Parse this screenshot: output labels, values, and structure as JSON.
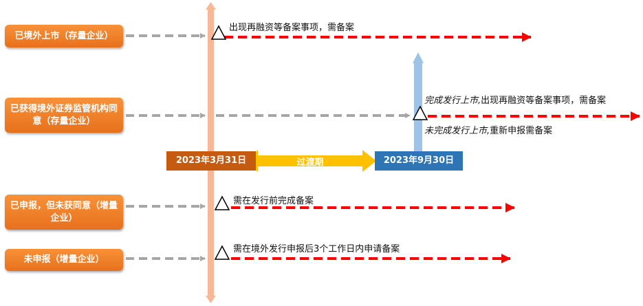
{
  "categories": [
    {
      "label": "已境外上市（存量企业）"
    },
    {
      "label": "已获得境外证券监管机构同意（存量企业）"
    },
    {
      "label": "已申报，但未获同意（增量企业）"
    },
    {
      "label": "未申报（增量企业）"
    }
  ],
  "dates": {
    "start": "2023年3月31日",
    "end": "2023年9月30日"
  },
  "transition_label": "过渡期",
  "outcomes": {
    "listed": "出现再融资等备案事项，需备案",
    "approved_done_prefix": "完成发行上市,",
    "approved_done_text": "出现再融资等备案事项，需备案",
    "approved_notdone_prefix": "未完成发行上市,",
    "approved_notdone_text": "重新申报需备案",
    "applied": "需在发行前完成备案",
    "not_applied": "需在境外发行申报后3个工作日内申请备案"
  },
  "colors": {
    "orange": "#ee7b23",
    "timeline": "#f6b896",
    "red_arrow": "#ff0000",
    "grey_arrow": "#a6a6a6",
    "start_date_bg": "#c55a11",
    "end_date_bg": "#2e75b6",
    "transition_arrow": "#ffc000",
    "blue_arrow": "#9dc3e6"
  }
}
